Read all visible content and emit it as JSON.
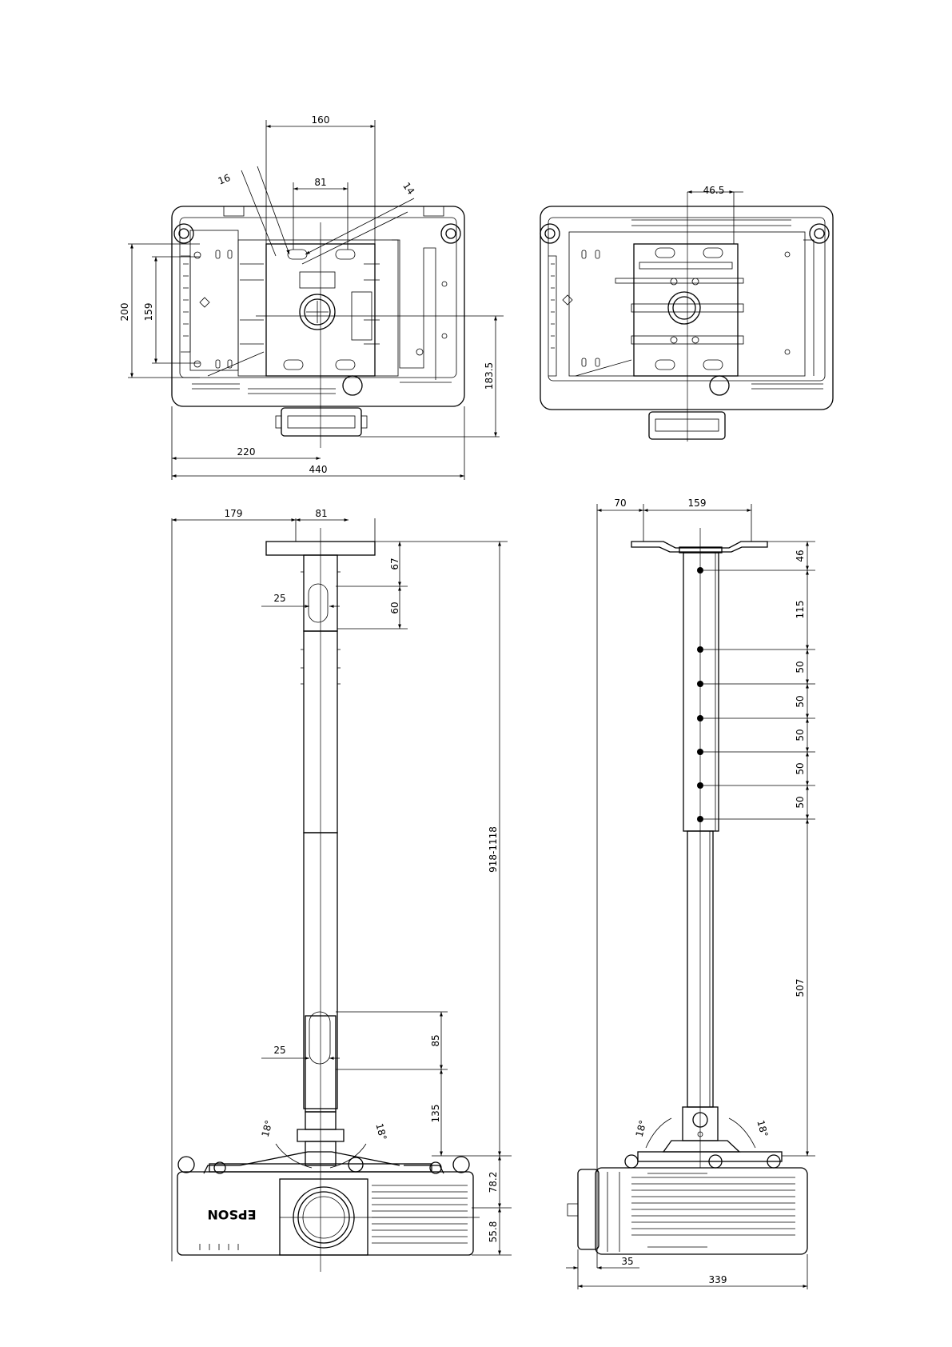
{
  "drawing": {
    "brand": "EPSON",
    "top_left_view": {
      "dims": {
        "d160": "160",
        "d81": "81",
        "d16": "16",
        "d14": "14",
        "d200": "200",
        "d159": "159",
        "d183_5": "183.5",
        "d220": "220",
        "d440": "440"
      }
    },
    "top_right_view": {
      "dims": {
        "d46_5": "46.5"
      }
    },
    "front_view": {
      "dims": {
        "d179": "179",
        "d81": "81",
        "d67": "67",
        "d60": "60",
        "d25a": "25",
        "d918_1118": "918-1118",
        "d85": "85",
        "d25b": "25",
        "d135": "135",
        "a18_left": "18°",
        "a18_right": "18°",
        "d78_2": "78.2",
        "d55_8": "55.8"
      }
    },
    "side_view": {
      "dims": {
        "d70": "70",
        "d159": "159",
        "d46": "46",
        "d115": "115",
        "d50_1": "50",
        "d50_2": "50",
        "d50_3": "50",
        "d50_4": "50",
        "d50_5": "50",
        "d507": "507",
        "a18_left": "18°",
        "a18_right": "18°",
        "d35": "35",
        "d339": "339"
      }
    }
  }
}
